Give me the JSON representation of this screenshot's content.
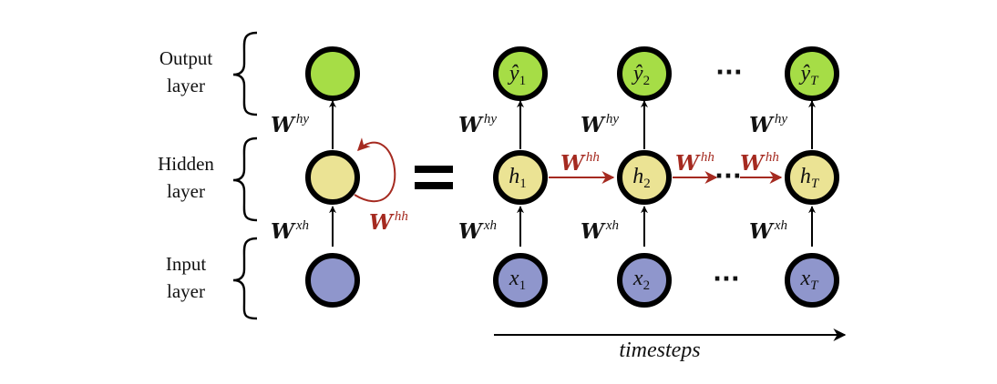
{
  "layers": {
    "output": [
      "Output",
      "layer"
    ],
    "hidden": [
      "Hidden",
      "layer"
    ],
    "input": [
      "Input",
      "layer"
    ]
  },
  "weights": {
    "base": "W",
    "hy": "hy",
    "xh": "xh",
    "hh": "hh"
  },
  "unrolled": {
    "outputs": [
      {
        "base": "ŷ",
        "sub": "1"
      },
      {
        "base": "ŷ",
        "sub": "2"
      },
      {
        "base": "ŷ",
        "sub": "T"
      }
    ],
    "hidden": [
      {
        "base": "h",
        "sub": "1"
      },
      {
        "base": "h",
        "sub": "2"
      },
      {
        "base": "h",
        "sub": "T"
      }
    ],
    "inputs": [
      {
        "base": "x",
        "sub": "1"
      },
      {
        "base": "x",
        "sub": "2"
      },
      {
        "base": "x",
        "sub": "T"
      }
    ]
  },
  "ellipsis": "···",
  "equals": "=",
  "axis_label": "timesteps",
  "colors": {
    "output": "#a6dd46",
    "hidden": "#ebe394",
    "input": "#8f96cc",
    "recurrent": "#a52a20"
  }
}
